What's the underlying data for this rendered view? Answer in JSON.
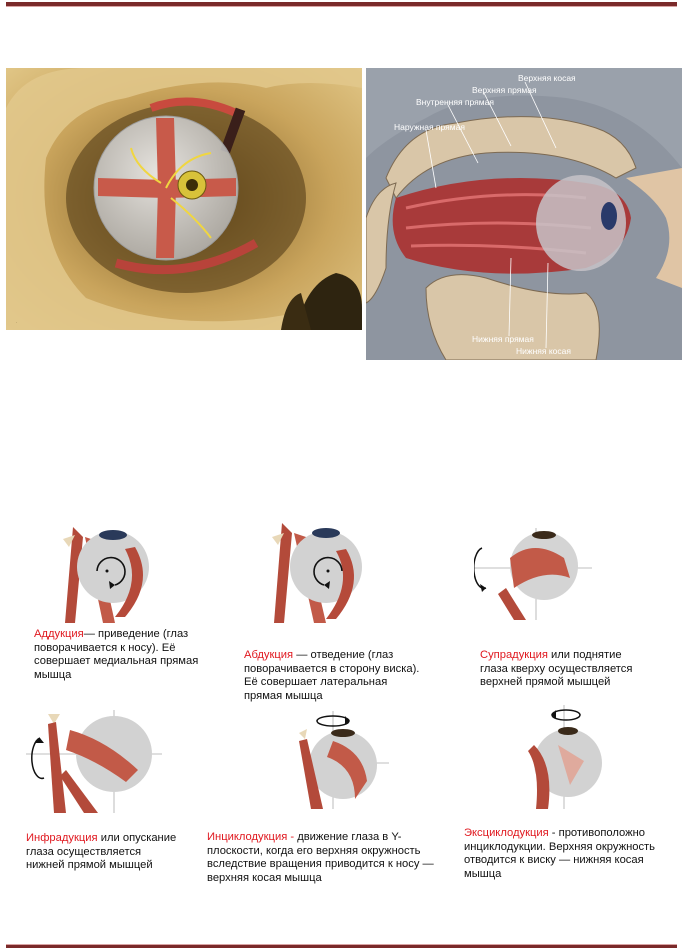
{
  "figures": {
    "orbit_photo": {
      "description_icon": "orbit-skull-icon"
    },
    "lateral_section": {
      "labels": {
        "superior_oblique": "Верхняя косая",
        "superior_rectus": "Верхняя прямая",
        "medial_rectus": "Внутренняя прямая",
        "lateral_rectus": "Наружная прямая",
        "inferior_rectus": "Нижняя прямая",
        "inferior_oblique": "Нижняя косая"
      }
    }
  },
  "movements": [
    {
      "term": "Аддукция",
      "text": "— приведение (глаз\nповорачивается к носу). Её\nсовершает медиальная прямая\nмышца",
      "icon": "adduction-eye-icon"
    },
    {
      "term": "Абдукция",
      "text": " — отведение (глаз\nповорачивается в сторону виска).\nЕё совершает латеральная\nпрямая мышца",
      "icon": "abduction-eye-icon"
    },
    {
      "term": "Супрадукция",
      "text": " или поднятие\nглаза кверху осуществляется\nверхней прямой мышцей",
      "icon": "supraduction-eye-icon"
    },
    {
      "term": "Инфрадукция",
      "text": " или опускание\nглаза осуществляется\nнижней прямой мышцей",
      "icon": "infraduction-eye-icon"
    },
    {
      "term": "Инциклодукция -",
      "text": " движение глаза в Y-\nплоскости, когда его верхняя окружность\nвследствие вращения приводится к носу —\nверхняя косая мышца",
      "icon": "incycloduction-eye-icon"
    },
    {
      "term": "Эксциклодукция",
      "text": " - противоположно\ninциклодукции. Верхняя окружность\nотводится к виску — нижняя косая\nмышца",
      "icon": "excycloduction-eye-icon"
    }
  ]
}
